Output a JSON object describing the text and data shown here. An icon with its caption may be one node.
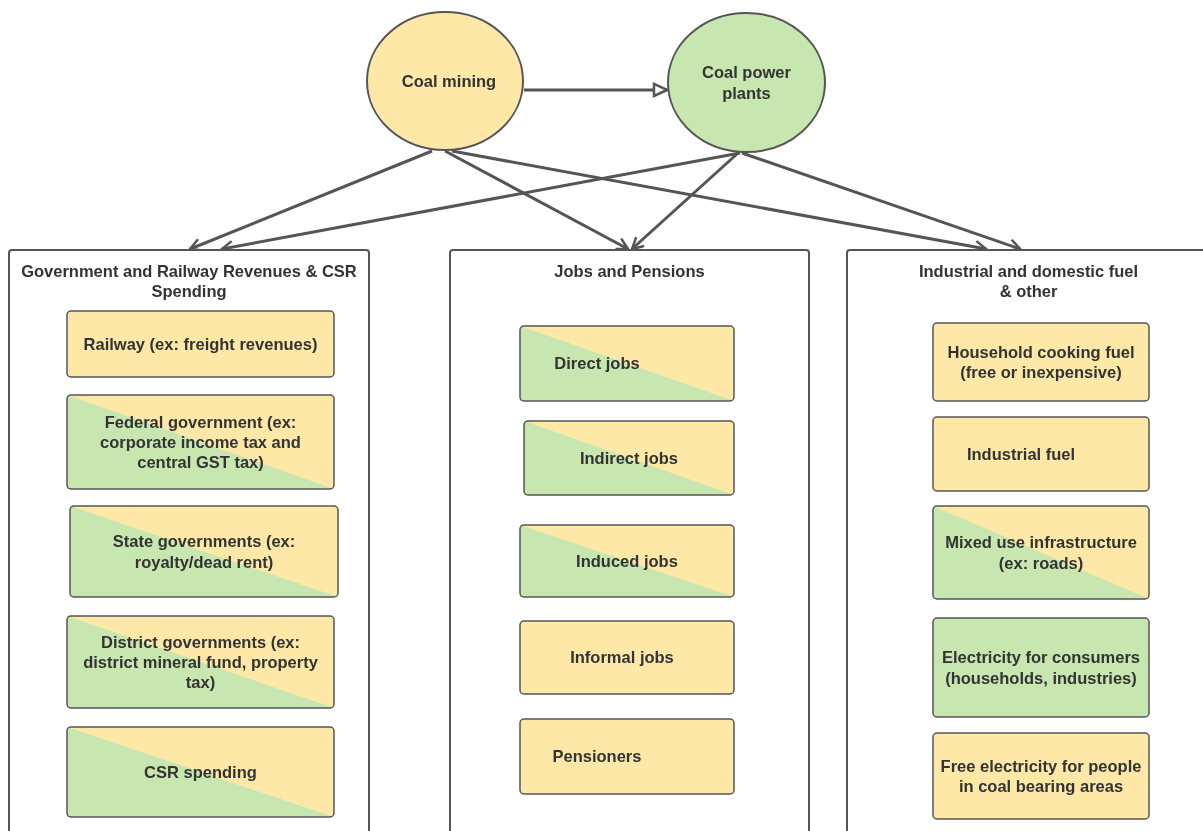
{
  "diagram": {
    "nodes": [
      {
        "text": [
          "Coal mining"
        ]
      },
      {
        "text": [
          "Coal power plants"
        ]
      },
      {
        "text": [
          "Government and Railway Revenues & CSR Spending"
        ]
      },
      {
        "text": [
          "Railway (ex: freight revenues)"
        ],
        "in": 2
      },
      {
        "text": [
          "Federal government (ex: corporate income tax and central GST tax)"
        ],
        "in": 2
      },
      {
        "text": [
          "State governments (ex: royalty/dead rent)"
        ],
        "in": 2
      },
      {
        "text": [
          "District governments (ex: district mineral fund, property tax)"
        ],
        "in": 2
      },
      {
        "text": [
          "CSR spending"
        ],
        "in": 2
      },
      {
        "text": [
          "Jobs and Pensions"
        ]
      },
      {
        "text": [
          "Direct jobs"
        ],
        "in": 8
      },
      {
        "text": [
          "Indirect jobs"
        ],
        "in": 8
      },
      {
        "text": [
          "Induced jobs"
        ],
        "in": 8
      },
      {
        "text": [
          "Informal jobs"
        ],
        "in": 8
      },
      {
        "text": [
          "Pensioners"
        ],
        "in": 8
      },
      {
        "text": [
          "Industrial and domestic fuel & other"
        ]
      },
      {
        "text": [
          "Household cooking fuel (free or inexpensive)"
        ],
        "in": 14
      },
      {
        "text": [
          "Industrial fuel"
        ],
        "in": 14
      },
      {
        "text": [
          "Mixed use infrastructure (ex: roads)"
        ],
        "in": 14
      },
      {
        "text": [
          "Electricity for consumers (households, industries)"
        ],
        "in": 14
      },
      {
        "text": [
          "Free electricity for people in coal bearing areas"
        ],
        "in": 14
      }
    ],
    "edges": [
      {
        "from": 0,
        "to": 1,
        "arrow": "to"
      },
      {
        "from": 0,
        "to": 2,
        "arrow": "to"
      },
      {
        "from": 0,
        "to": 8,
        "arrow": "to"
      },
      {
        "from": 0,
        "to": 14,
        "arrow": "to"
      },
      {
        "from": 1,
        "to": 2,
        "arrow": "to"
      },
      {
        "from": 1,
        "to": 8,
        "arrow": "to"
      },
      {
        "from": 1,
        "to": 14,
        "arrow": "to"
      }
    ]
  }
}
